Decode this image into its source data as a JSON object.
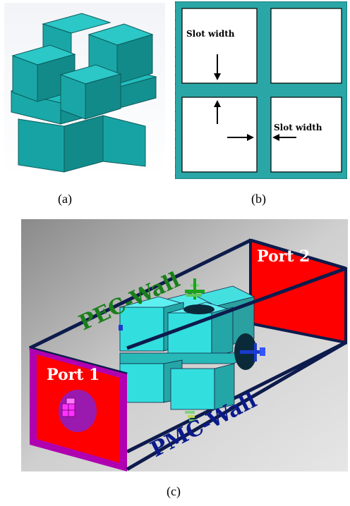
{
  "panels": {
    "a": {
      "caption": "(a)"
    },
    "b": {
      "caption": "(b)",
      "slot_label_top": "Slot width",
      "slot_label_right": "Slot width"
    },
    "c": {
      "caption": "(c)",
      "pec_label": "PEC-Wall",
      "pmc_label": "PMC-Wall",
      "port1_label": "Port 1",
      "port2_label": "Port 2"
    }
  },
  "colors": {
    "teal": "#1fa3a3",
    "cyan": "#33e6e6",
    "port_red": "#ff0000",
    "port_border": "#b000b0",
    "pec_green": "#1a7f1a",
    "pmc_blue": "#0a1a8c",
    "background_gray": "#c9c9c9"
  }
}
